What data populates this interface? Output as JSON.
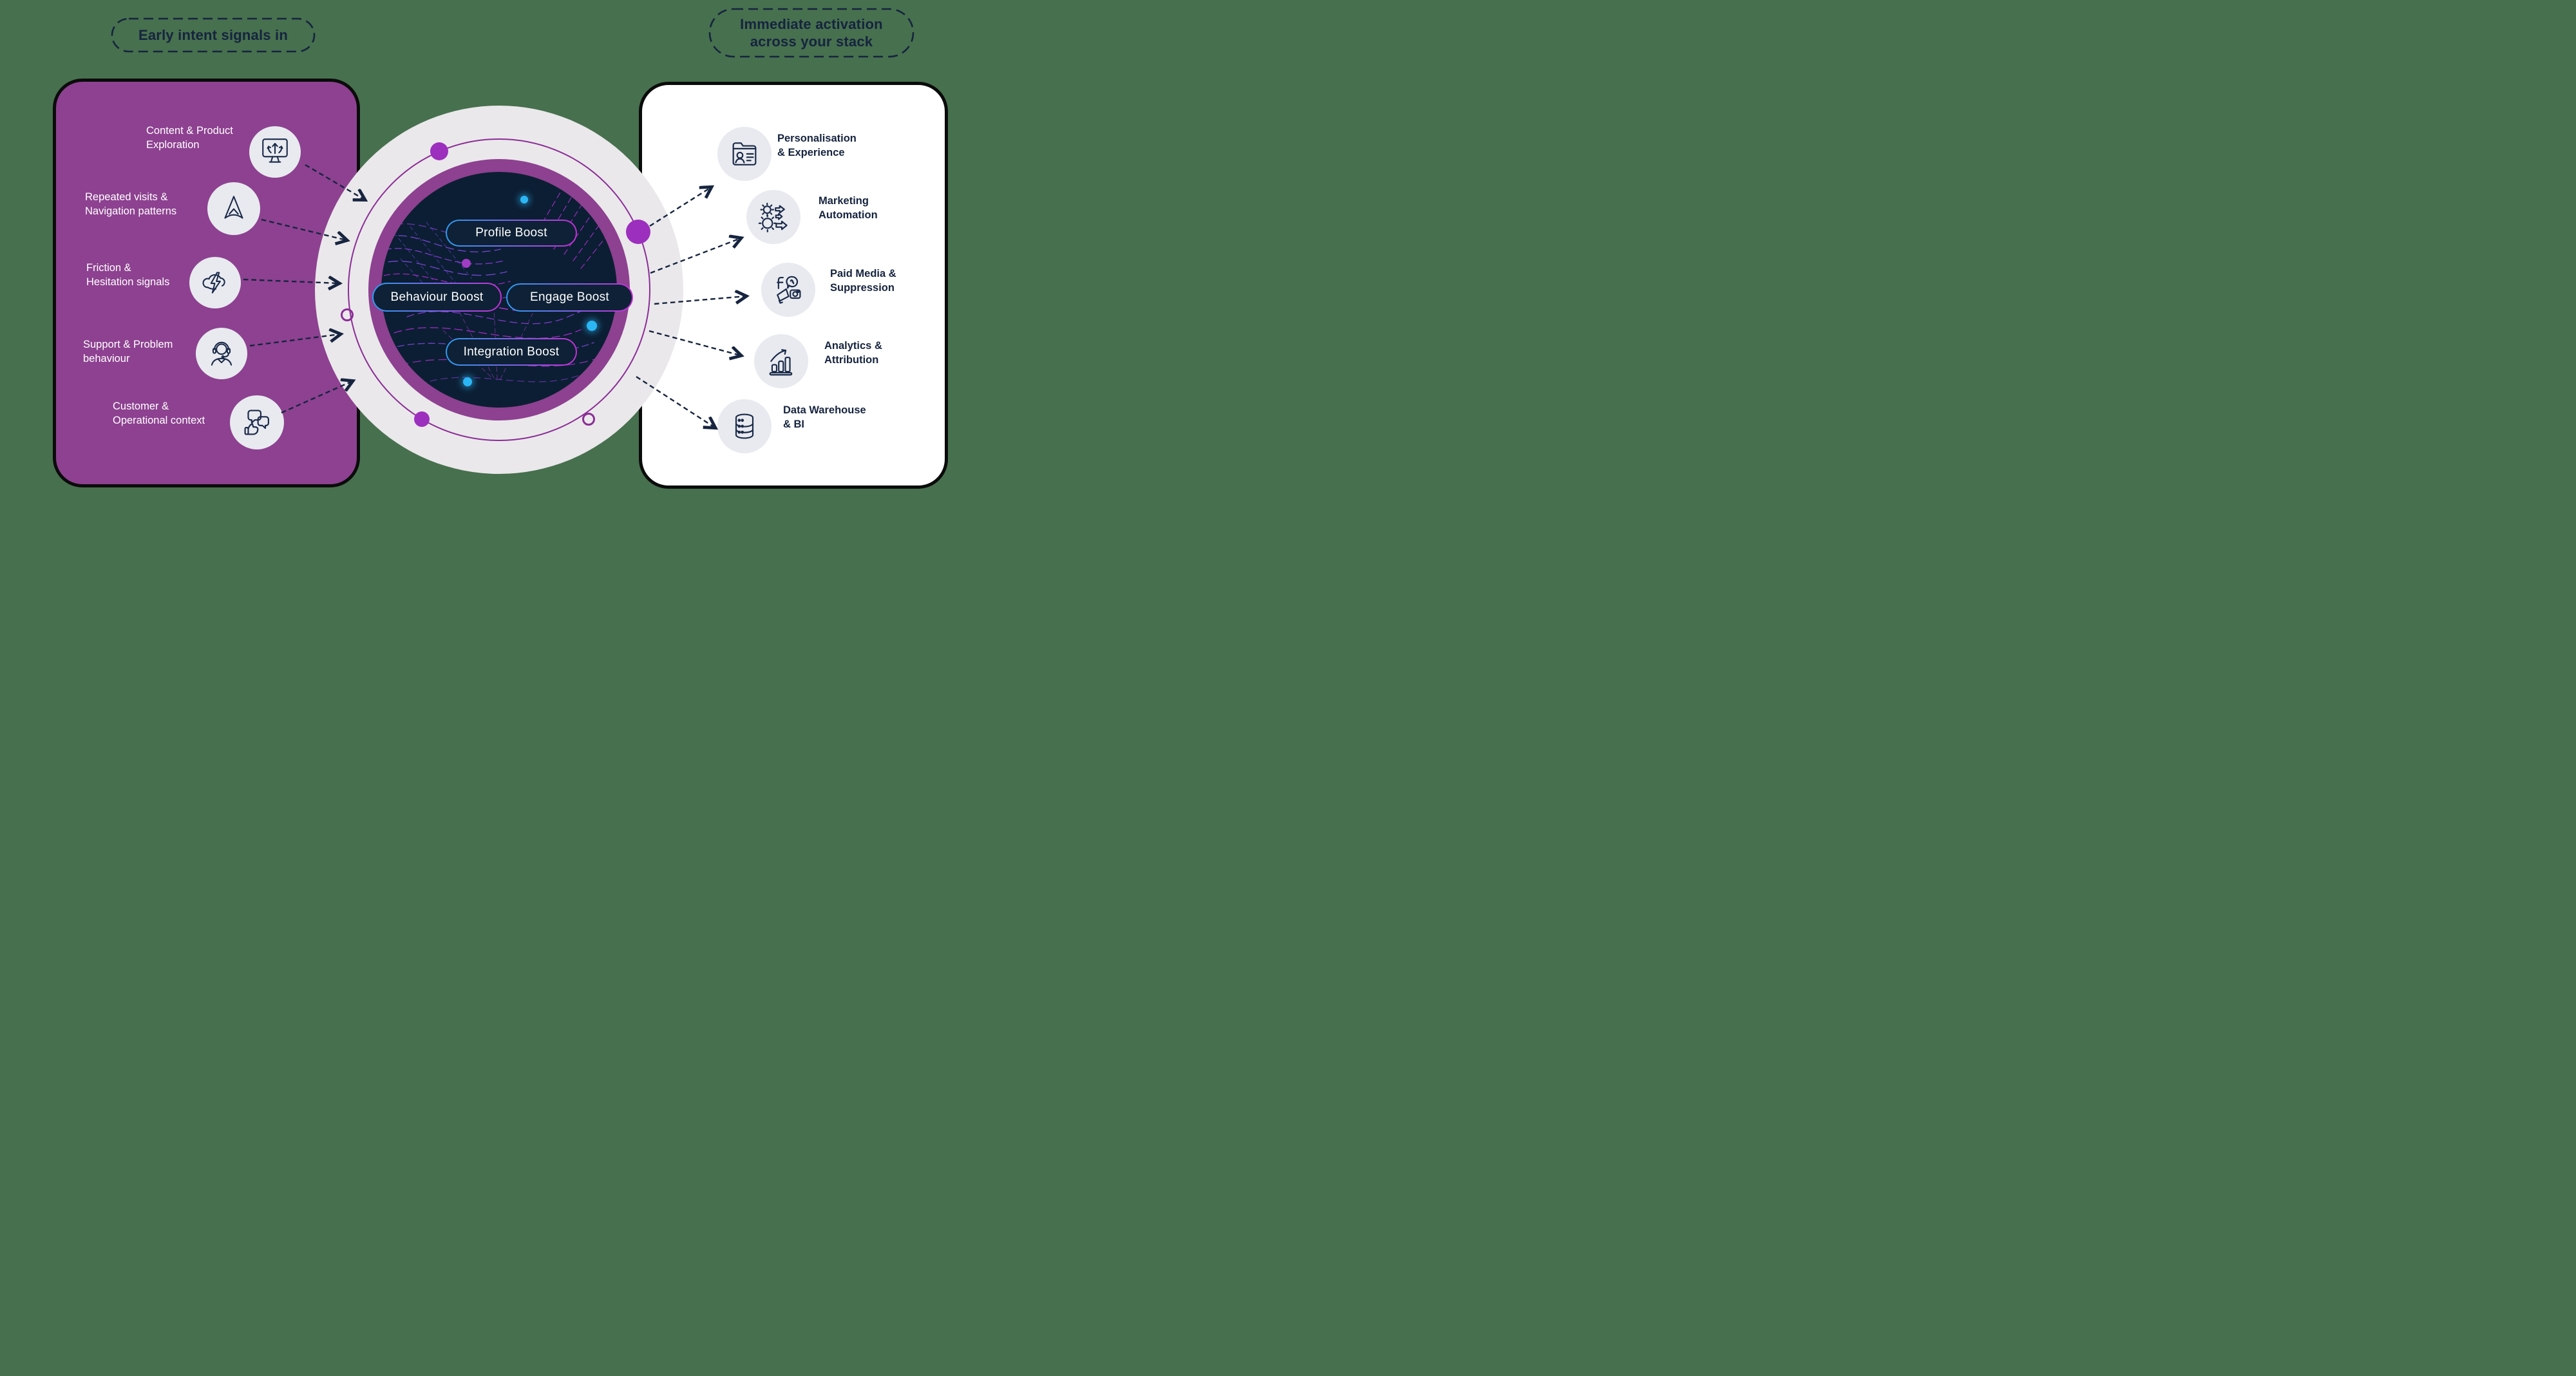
{
  "labels": {
    "left_title": "Early intent signals in",
    "right_title_line1": "Immediate activation",
    "right_title_line2": "across your stack"
  },
  "left_panel": {
    "items": [
      {
        "line1": "Content & Product",
        "line2": "Exploration",
        "icon": "monitor-exploration-icon"
      },
      {
        "line1": "Repeated visits &",
        "line2": "Navigation patterns",
        "icon": "navigation-cursor-icon"
      },
      {
        "line1": "Friction &",
        "line2": "Hesitation signals",
        "icon": "storm-cloud-icon"
      },
      {
        "line1": "Support & Problem",
        "line2": "behaviour",
        "icon": "support-agent-icon"
      },
      {
        "line1": "Customer &",
        "line2": "Operational context",
        "icon": "feedback-chat-icon"
      }
    ]
  },
  "right_panel": {
    "items": [
      {
        "line1": "Personalisation",
        "line2": "& Experience",
        "icon": "contact-card-icon"
      },
      {
        "line1": "Marketing",
        "line2": "Automation",
        "icon": "automation-gears-icon"
      },
      {
        "line1": "Paid Media &",
        "line2": "Suppression",
        "icon": "paid-media-icon"
      },
      {
        "line1": "Analytics &",
        "line2": "Attribution",
        "icon": "analytics-chart-icon"
      },
      {
        "line1": "Data Warehouse",
        "line2": "& BI",
        "icon": "database-icon"
      }
    ]
  },
  "center": {
    "pills": [
      {
        "label": "Profile Boost"
      },
      {
        "label": "Behaviour Boost"
      },
      {
        "label": "Engage Boost"
      },
      {
        "label": "Integration Boost"
      }
    ]
  },
  "colors": {
    "background": "#47704e",
    "panel_purple": "#8d4190",
    "panel_border": "#0b0b0b",
    "navy_text": "#16243f",
    "gray_circle": "#eae8eb",
    "dark_circle": "#0c1e33",
    "pill_border_start": "#2d9bf0",
    "pill_border_end": "#c42fd6",
    "orbit_purple": "#8b2d96",
    "dot_purple": "#9c2fbe",
    "dot_blue": "#2bb7f5"
  }
}
